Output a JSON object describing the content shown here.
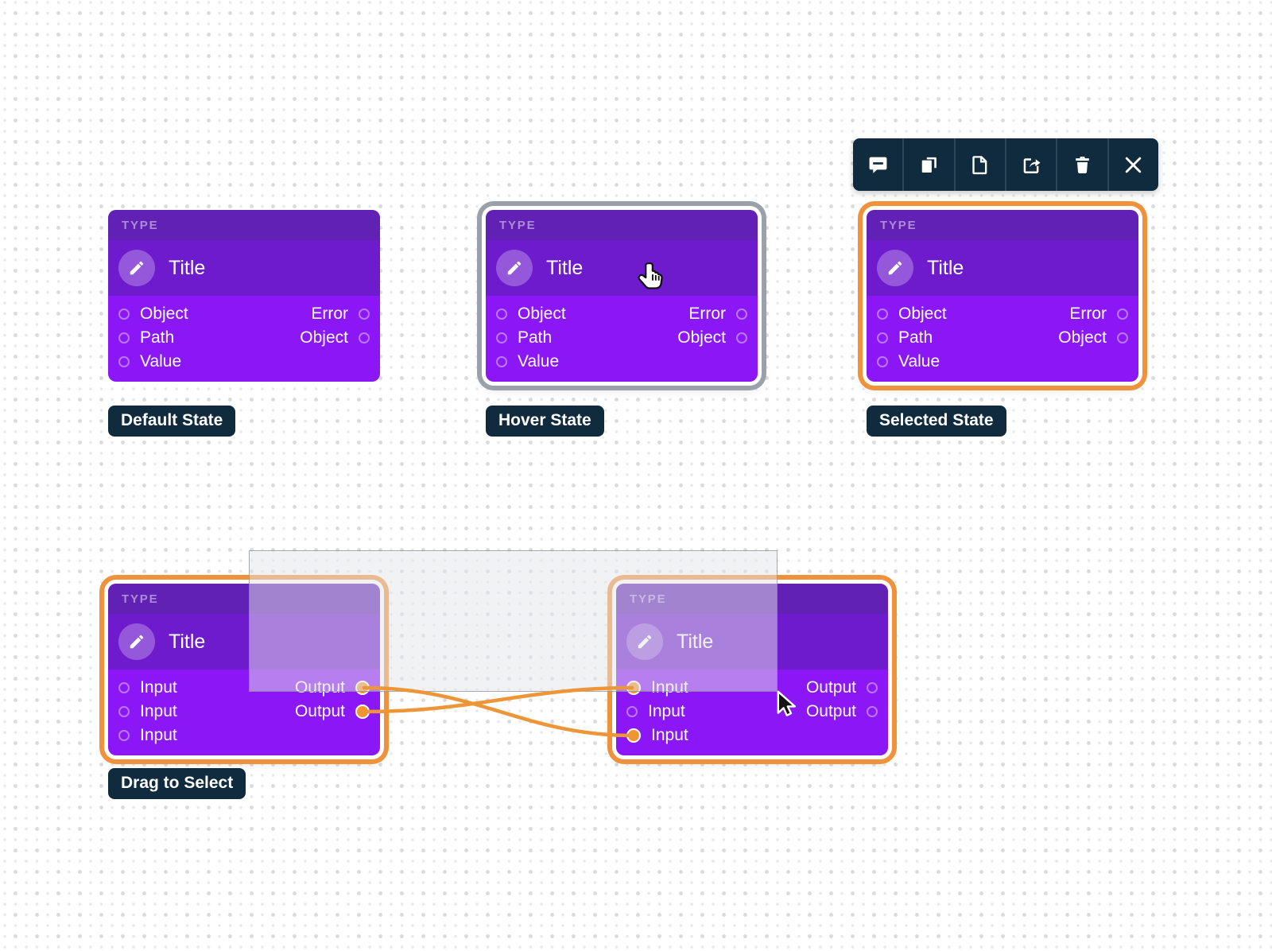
{
  "colors": {
    "node_header_bg": "#6121B4",
    "node_title_bg": "#6E1BCE",
    "node_body_bg": "#8B17F7",
    "accent_orange": "#F0913C",
    "hover_border_gray": "#9BA1A8",
    "dark_navy": "#0F2B3D",
    "edge_orange": "#EE9538"
  },
  "toolbar": {
    "icons": [
      "comment-icon",
      "duplicate-icon",
      "document-icon",
      "share-icon",
      "trash-icon",
      "close-icon"
    ]
  },
  "nodes": [
    {
      "id": "default-state-node",
      "state": "default",
      "type_label": "TYPE",
      "title": "Title",
      "caption": "Default State",
      "left_ports": [
        {
          "label": "Object",
          "filled": false
        },
        {
          "label": "Path",
          "filled": false
        },
        {
          "label": "Value",
          "filled": false
        }
      ],
      "right_ports": [
        {
          "label": "Error",
          "filled": false
        },
        {
          "label": "Object",
          "filled": false
        }
      ]
    },
    {
      "id": "hover-state-node",
      "state": "hover",
      "type_label": "TYPE",
      "title": "Title",
      "caption": "Hover State",
      "left_ports": [
        {
          "label": "Object",
          "filled": false
        },
        {
          "label": "Path",
          "filled": false
        },
        {
          "label": "Value",
          "filled": false
        }
      ],
      "right_ports": [
        {
          "label": "Error",
          "filled": false
        },
        {
          "label": "Object",
          "filled": false
        }
      ]
    },
    {
      "id": "selected-state-node",
      "state": "selected",
      "type_label": "TYPE",
      "title": "Title",
      "caption": "Selected State",
      "left_ports": [
        {
          "label": "Object",
          "filled": false
        },
        {
          "label": "Path",
          "filled": false
        },
        {
          "label": "Value",
          "filled": false
        }
      ],
      "right_ports": [
        {
          "label": "Error",
          "filled": false
        },
        {
          "label": "Object",
          "filled": false
        }
      ]
    },
    {
      "id": "drag-select-left-node",
      "state": "selected",
      "type_label": "TYPE",
      "title": "Title",
      "caption": "Drag to Select",
      "left_ports": [
        {
          "label": "Input",
          "filled": false
        },
        {
          "label": "Input",
          "filled": false
        },
        {
          "label": "Input",
          "filled": false
        }
      ],
      "right_ports": [
        {
          "label": "Output",
          "filled": true
        },
        {
          "label": "Output",
          "filled": true
        }
      ]
    },
    {
      "id": "drag-select-right-node",
      "state": "selected",
      "type_label": "TYPE",
      "title": "Title",
      "caption": "",
      "left_ports": [
        {
          "label": "Input",
          "filled": true
        },
        {
          "label": "Input",
          "filled": false
        },
        {
          "label": "Input",
          "filled": true
        }
      ],
      "right_ports": [
        {
          "label": "Output",
          "filled": false
        },
        {
          "label": "Output",
          "filled": false
        }
      ]
    }
  ],
  "edges": [
    {
      "from": "drag-select-left-node.output-1",
      "to": "drag-select-right-node.input-3"
    },
    {
      "from": "drag-select-left-node.output-2",
      "to": "drag-select-right-node.input-1"
    }
  ],
  "cursors": [
    {
      "type": "hand-pointer-cursor"
    },
    {
      "type": "arrow-cursor"
    }
  ]
}
